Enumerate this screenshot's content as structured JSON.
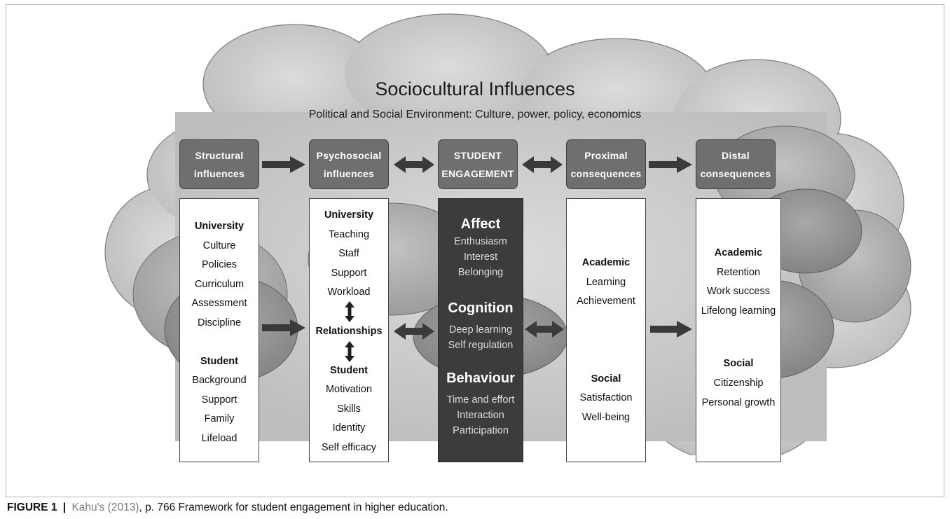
{
  "title": "Sociocultural Influences",
  "subtitle": "Political and Social Environment: Culture, power, policy, economics",
  "headers": [
    [
      "Structural",
      "influences"
    ],
    [
      "Psychosocial",
      "influences"
    ],
    [
      "STUDENT",
      "ENGAGEMENT"
    ],
    [
      "Proximal",
      "consequences"
    ],
    [
      "Distal",
      "consequences"
    ]
  ],
  "structural": {
    "university_heading": "University",
    "university_items": [
      "Culture",
      "Policies",
      "Curriculum",
      "Assessment",
      "Discipline"
    ],
    "student_heading": "Student",
    "student_items": [
      "Background",
      "Support",
      "Family",
      "Lifeload"
    ]
  },
  "psychosocial": {
    "university_heading": "University",
    "university_items": [
      "Teaching",
      "Staff",
      "Support",
      "Workload"
    ],
    "relationships": "Relationships",
    "student_heading": "Student",
    "student_items": [
      "Motivation",
      "Skills",
      "Identity",
      "Self efficacy"
    ]
  },
  "engagement": {
    "affect_heading": "Affect",
    "affect_items": [
      "Enthusiasm",
      "Interest",
      "Belonging"
    ],
    "cognition_heading": "Cognition",
    "cognition_items": [
      "Deep learning",
      "Self regulation"
    ],
    "behaviour_heading": "Behaviour",
    "behaviour_items": [
      "Time and effort",
      "Interaction",
      "Participation"
    ]
  },
  "proximal": {
    "academic_heading": "Academic",
    "academic_items": [
      "Learning",
      "Achievement"
    ],
    "social_heading": "Social",
    "social_items": [
      "Satisfaction",
      "Well-being"
    ]
  },
  "distal": {
    "academic_heading": "Academic",
    "academic_items": [
      "Retention",
      "Work success",
      "Lifelong learning"
    ],
    "social_heading": "Social",
    "social_items": [
      "Citizenship",
      "Personal growth"
    ]
  },
  "caption": {
    "figure_label": "FIGURE 1",
    "separator": "|",
    "reference": "Kahu's (2013)",
    "text": ", p. 766 Framework for student engagement in higher education."
  },
  "colors": {
    "cloud_light": "#c4c4c4",
    "cloud_mid": "#a9a9a9",
    "cloud_dark": "#8e8e8e",
    "header_fill": "#6f6f6f",
    "engagement_fill": "#3c3c3c",
    "arrow": "#3a3a3a"
  }
}
